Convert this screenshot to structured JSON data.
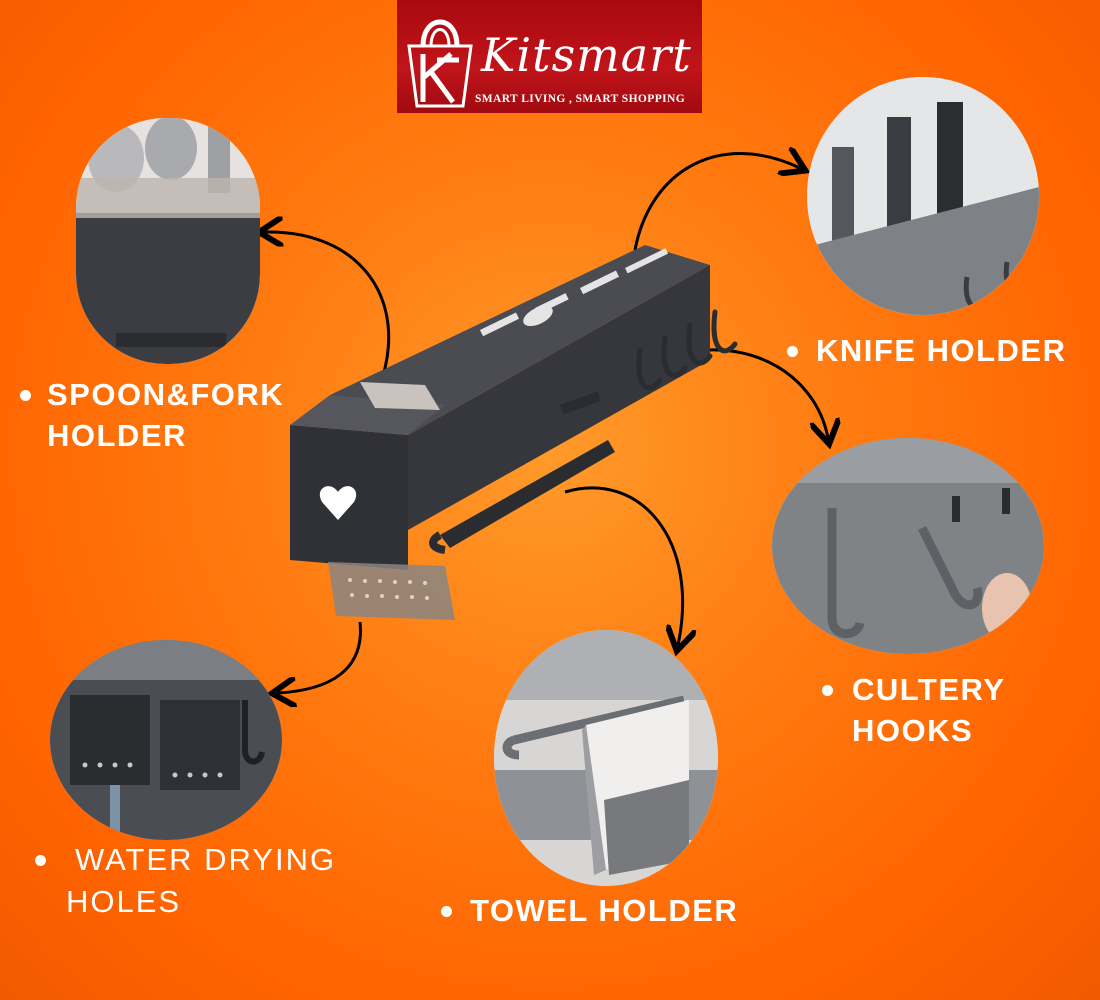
{
  "logo": {
    "brand": "Kitsmart",
    "tagline": "SMART LIVING , SMART SHOPPING"
  },
  "features": {
    "spoon_fork": {
      "line1": "SPOON&FORK",
      "line2": "HOLDER"
    },
    "knife": {
      "line1": "KNIFE HOLDER"
    },
    "cutlery_hooks": {
      "line1": "CULTERY",
      "line2": "HOOKS"
    },
    "water_drying": {
      "line1": "WATER DRYING",
      "line2": "HOLES"
    },
    "towel": {
      "line1": "TOWEL HOLDER"
    }
  },
  "colors": {
    "background": "#ff6f08",
    "logo_red": "#b8101a",
    "rack_dark": "#3b3d42",
    "label_text": "#ffffff",
    "arrow": "#000000"
  }
}
